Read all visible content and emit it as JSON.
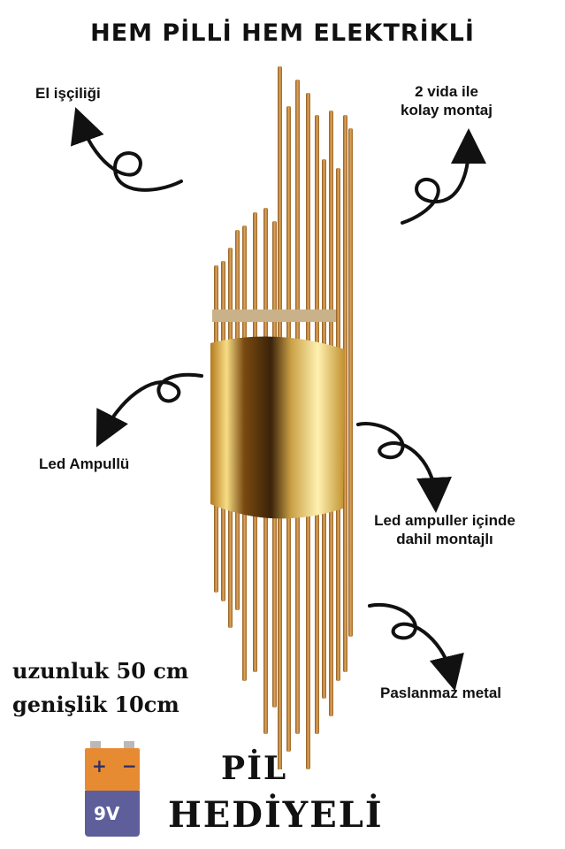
{
  "headline": "HEM PİLLİ HEM ELEKTRİKLİ",
  "features": {
    "handmade": "El işçiliği",
    "mount_line1": "2 vida ile",
    "mount_line2": "kolay montaj",
    "led_bulb": "Led Ampullü",
    "led_included_line1": "Led ampuller içinde",
    "led_included_line2": "dahil montajlı",
    "stainless": "Paslanmaz metal"
  },
  "dimensions": {
    "length": "uzunluk 50 cm",
    "width": "genişlik 10cm"
  },
  "promo": {
    "line1": "PİL",
    "line2": "HEDİYELİ"
  },
  "battery": {
    "plus": "+",
    "minus": "−",
    "label": "9V",
    "icon": "battery-9v-icon"
  },
  "colors": {
    "gold": "#c9893b",
    "gold_light": "#f3d27a",
    "battery_orange": "#e78b33",
    "battery_purple": "#5d5e9a"
  }
}
